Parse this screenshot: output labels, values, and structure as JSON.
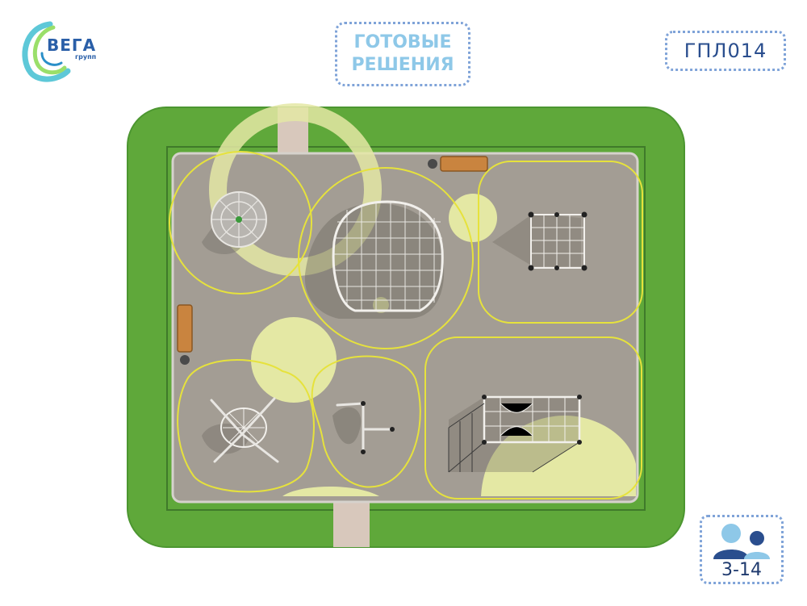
{
  "brand": {
    "name": "ВЕГА",
    "sub": "групп"
  },
  "header": {
    "ready_line1": "ГОТОВЫЕ",
    "ready_line2": "РЕШЕНИЯ",
    "code": "ГПЛ014"
  },
  "age": {
    "range": "3-14"
  },
  "colors": {
    "grass": "#5fa83a",
    "surface": "#a39d94",
    "zone_line": "#e6e23c",
    "zone_fill": "#e4e8a4",
    "path": "#d8c8bc",
    "bench": "#c9843f",
    "accent_dark": "#2a4e8e",
    "accent_light": "#8ec8e8"
  }
}
